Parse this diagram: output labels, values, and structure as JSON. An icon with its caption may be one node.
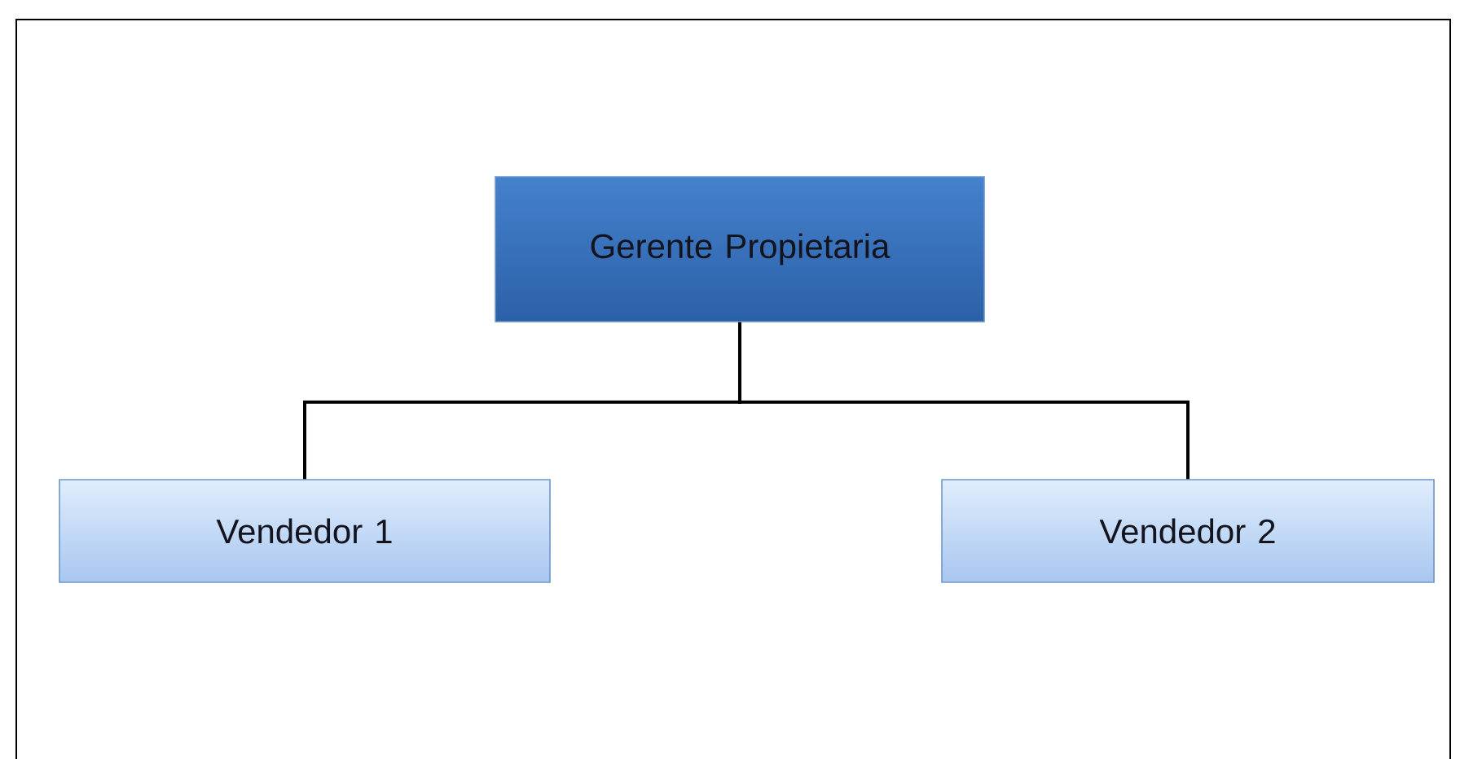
{
  "diagram": {
    "nodes": [
      {
        "text": [
          "Gerente Propietaria"
        ]
      },
      {
        "text": [
          "Vendedor 1"
        ]
      },
      {
        "text": [
          "Vendedor 2"
        ]
      }
    ],
    "edges": [
      {
        "from": 0,
        "to": 1,
        "arrow": "none"
      },
      {
        "from": 0,
        "to": 2,
        "arrow": "none"
      }
    ]
  }
}
